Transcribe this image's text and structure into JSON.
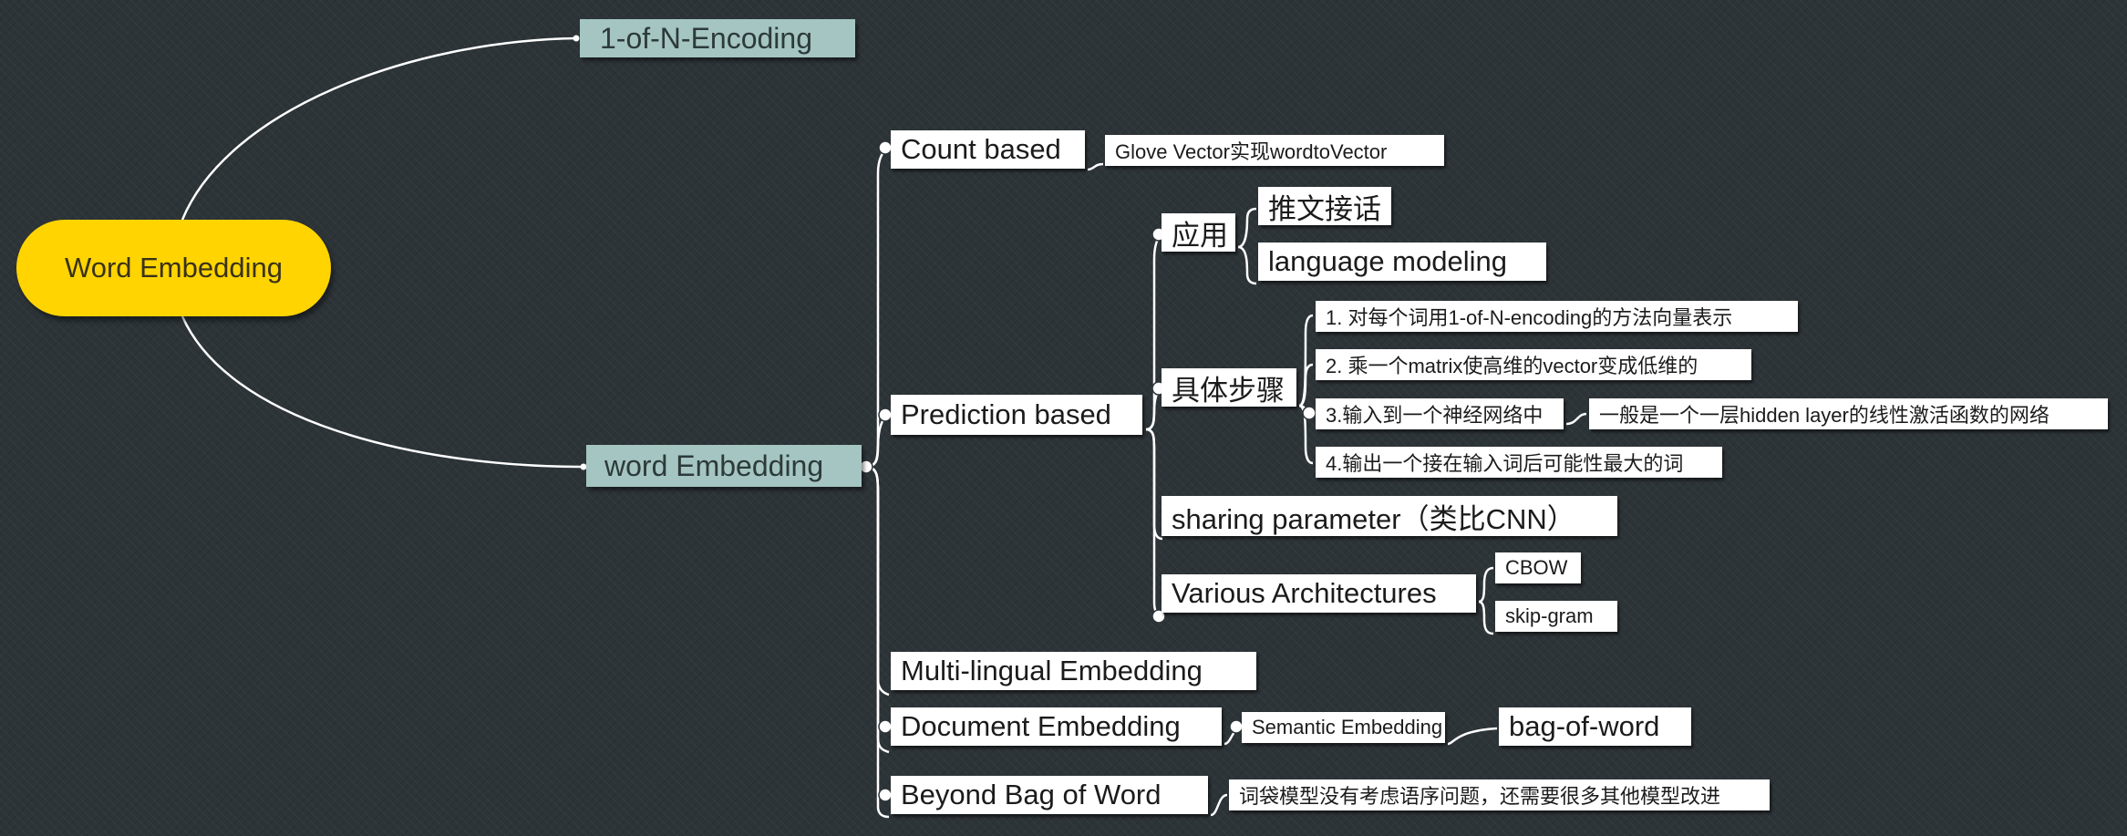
{
  "root": {
    "label": "Word Embedding"
  },
  "branches": {
    "one_of_n": "1-of-N-Encoding",
    "word_embedding": "word Embedding"
  },
  "count_based": {
    "label": "Count based",
    "child": "Glove Vector实现wordtoVector"
  },
  "prediction_based": {
    "label": "Prediction based",
    "application": {
      "label": "应用",
      "children": [
        "推文接话",
        "language modeling"
      ]
    },
    "steps": {
      "label": "具体步骤",
      "items": [
        "1. 对每个词用1-of-N-encoding的方法向量表示",
        "2. 乘一个matrix使高维的vector变成低维的",
        "3.输入到一个神经网络中",
        "4.输出一个接在输入词后可能性最大的词"
      ],
      "step3_note": "一般是一个一层hidden layer的线性激活函数的网络"
    },
    "sharing_parameter": "sharing parameter（类比CNN）",
    "various_architectures": {
      "label": "Various Architectures",
      "children": [
        "CBOW",
        "skip-gram"
      ]
    }
  },
  "multi_lingual": "Multi-lingual Embedding",
  "document_embedding": {
    "label": "Document Embedding",
    "semantic": "Semantic Embedding",
    "bag_of_word": "bag-of-word"
  },
  "beyond_bag": {
    "label": "Beyond Bag of Word",
    "child": "词袋模型没有考虑语序问题，还需要很多其他模型改进"
  },
  "colors": {
    "background": "#2d3438",
    "root_fill": "#ffd400",
    "branch_fill": "#a4c5c1",
    "leaf_fill": "#ffffff",
    "connector": "#ffffff"
  }
}
